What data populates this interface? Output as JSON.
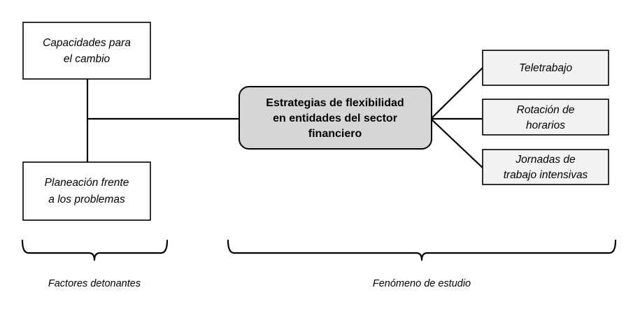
{
  "diagram": {
    "title_central": "Estrategias de flexibilidad en entidades del sector financiero",
    "central_node": {
      "line1": "Estrategias de flexibilidad",
      "line2": "en entidades del sector",
      "line3": "financiero",
      "fill_color": "#d6d6d6",
      "stroke_color": "#000000"
    },
    "left_nodes": [
      {
        "id": "capacidades-cambio",
        "line1": "Capacidades para",
        "line2": "el cambio",
        "fill_color": "#ffffff"
      },
      {
        "id": "planeacion-problemas",
        "line1": "Planeación frente",
        "line2": "a los problemas",
        "fill_color": "#ffffff"
      }
    ],
    "right_nodes": [
      {
        "id": "teletrabajo",
        "line1": "Teletrabajo",
        "line2": "",
        "fill_color": "#f2f2f2"
      },
      {
        "id": "rotacion-horarios",
        "line1": "Rotación de",
        "line2": "horarios",
        "fill_color": "#f2f2f2"
      },
      {
        "id": "jornadas-intensivas",
        "line1": "Jornadas de",
        "line2": "trabajo intensivas",
        "fill_color": "#f2f2f2"
      }
    ],
    "group_captions": [
      {
        "id": "factores-detonantes",
        "label": "Factores detonantes"
      },
      {
        "id": "fenomeno-estudio",
        "label": "Fenómeno de estudio"
      }
    ]
  }
}
